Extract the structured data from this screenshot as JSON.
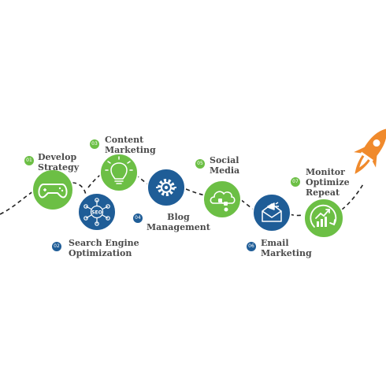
{
  "steps": [
    {
      "num": "01",
      "line1": "Develop",
      "line2": "Strategy",
      "icon": "gamepad-icon",
      "color": "green"
    },
    {
      "num": "02",
      "line1": "Search Engine",
      "line2": "Optimization",
      "icon": "seo-network-icon",
      "color": "blue"
    },
    {
      "num": "03",
      "line1": "Content",
      "line2": "Marketing",
      "icon": "lightbulb-icon",
      "color": "green"
    },
    {
      "num": "04",
      "line1": "Blog",
      "line2": "Management",
      "icon": "gear-icon",
      "color": "blue"
    },
    {
      "num": "05",
      "line1": "Social",
      "line2": "Media",
      "icon": "cloud-social-icon",
      "color": "green"
    },
    {
      "num": "06",
      "line1": "Email",
      "line2": "Marketing",
      "icon": "envelope-megaphone-icon",
      "color": "blue"
    },
    {
      "num": "07",
      "line1": "Monitor",
      "line2": "Optimize",
      "line3": "Repeat",
      "icon": "growth-chart-icon",
      "color": "green"
    }
  ],
  "seo_badge": "SEO",
  "rocket_icon": "rocket-icon",
  "colors": {
    "green": "#6cbf45",
    "blue": "#1f5d97",
    "rocket": "#f08a2c",
    "path": "#222222",
    "text": "#4a4a4a"
  }
}
